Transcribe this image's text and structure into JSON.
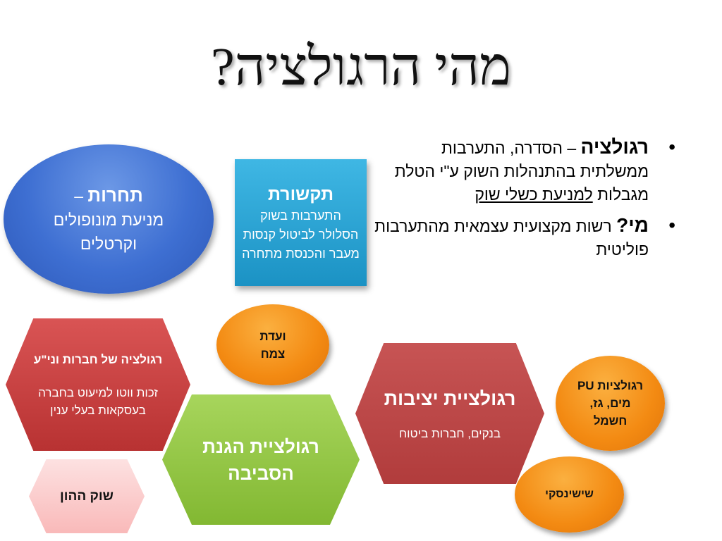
{
  "title": "מהי הרגולציה?",
  "bullets": [
    {
      "term": "רגולציה",
      "sep": " – ",
      "text": "הסדרה, התערבות ממשלתית בהתנהלות השוק ע\"י הטלת מגבלות ",
      "underlined": "למניעת כשלי שוק"
    },
    {
      "term": "מי?",
      "text": " רשות מקצועית עצמאית מהתערבות פוליטית"
    }
  ],
  "shapes": {
    "competition": {
      "head": "תחרות",
      "dash": " –",
      "body": "מניעת מונופולים וקרטלים"
    },
    "telecom": {
      "head": "תקשורת",
      "body": "התערבות בשוק הסלולר לביטול קנסות מעבר והכנסת מתחרה"
    },
    "companies": {
      "head": "רגולציה של חברות וני\"ע",
      "body": "זכות ווטו למיעוט בחברה בעסקאות בעלי ענין"
    },
    "environment": {
      "head": "רגולציית הגנת הסביבה"
    },
    "stability": {
      "head": "רגולציית יציבות",
      "body": "בנקים, חברות ביטוח"
    },
    "capital_market": {
      "head": "שוק ההון"
    },
    "tzemach": {
      "head": "ועדת צמח"
    },
    "pu": {
      "head": "רגולציות PU מים, גז, חשמל"
    },
    "sheshinski": {
      "head": "שישינסקי"
    }
  },
  "colors": {
    "blue": "#3e6fd2",
    "teal": "#1b92c4",
    "red": "#c94343",
    "green": "#8cc43e",
    "pink": "#fbcaca",
    "orange": "#f38a12"
  }
}
